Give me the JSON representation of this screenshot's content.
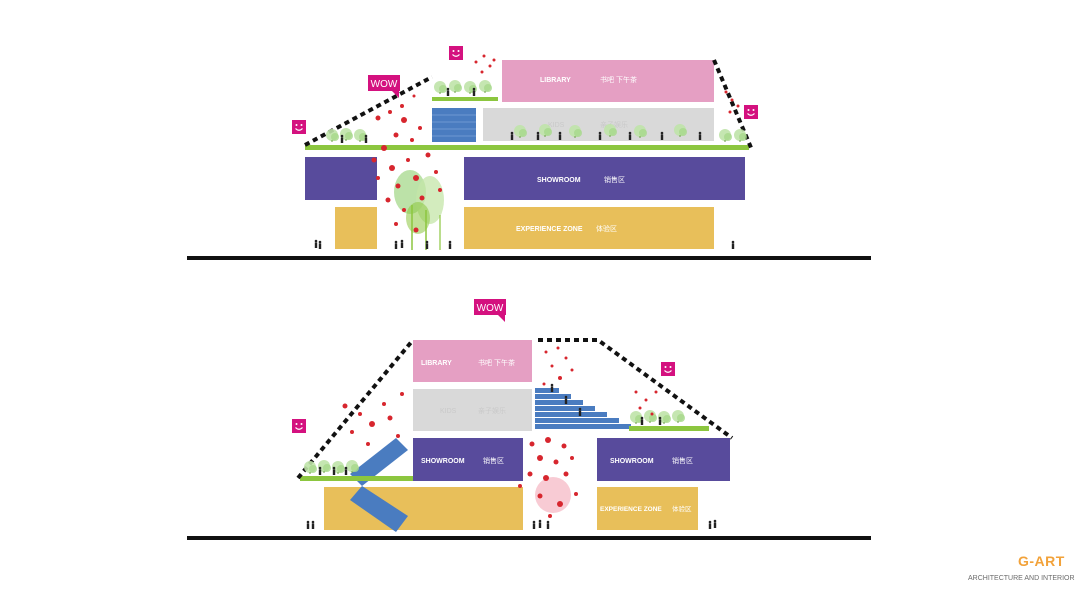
{
  "top_section": {
    "library": "LIBRARY",
    "library_cn": "书吧 下午茶",
    "kids": "KIDS",
    "kids_cn": "亲子娱乐",
    "showroom": "SHOWROOM",
    "showroom_cn": "销售区",
    "experience": "EXPERIENCE ZONE",
    "experience_cn": "体验区",
    "wow": "WOW"
  },
  "bottom_section": {
    "library": "LIBRARY",
    "library_cn": "书吧 下午茶",
    "kids": "KIDS",
    "kids_cn": "亲子娱乐",
    "showroom_left": "SHOWROOM",
    "showroom_left_cn": "销售区",
    "showroom_right": "SHOWROOM",
    "showroom_right_cn": "销售区",
    "experience": "EXPERIENCE ZONE",
    "experience_cn": "体验区",
    "wow": "WOW"
  },
  "brand": {
    "name": "G-ART",
    "tagline": "ARCHITECTURE AND INTERIOR"
  },
  "colors": {
    "library": "#e59fc3",
    "kids": "#d9d9d9",
    "showroom": "#584b9c",
    "experience": "#e8bf5a",
    "green_deck": "#8cc63f",
    "stair_blue": "#4a7cc0",
    "wow_magenta": "#d4117f",
    "dots_red": "#d7262e",
    "brand_orange": "#f2a23a"
  }
}
